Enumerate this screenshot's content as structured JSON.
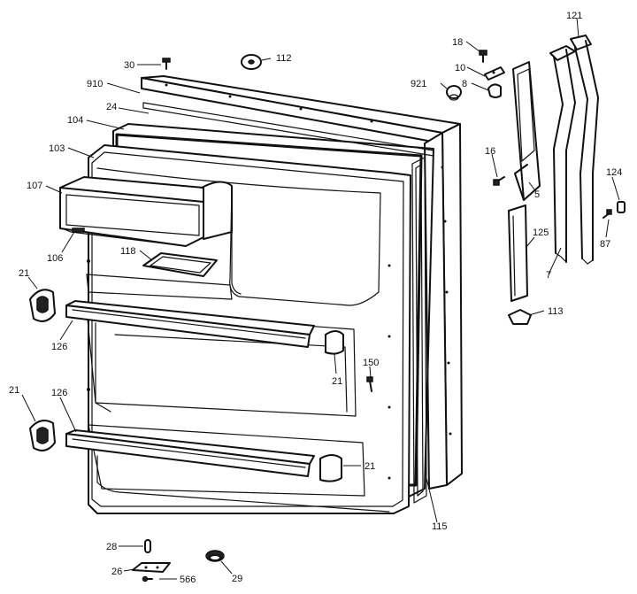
{
  "callouts": [
    {
      "id": "c18",
      "text": "18"
    },
    {
      "id": "c121",
      "text": "121"
    },
    {
      "id": "c30",
      "text": "30"
    },
    {
      "id": "c112",
      "text": "112"
    },
    {
      "id": "c10",
      "text": "10"
    },
    {
      "id": "c8",
      "text": "8"
    },
    {
      "id": "c910",
      "text": "910"
    },
    {
      "id": "c921",
      "text": "921"
    },
    {
      "id": "c104",
      "text": "104"
    },
    {
      "id": "c24",
      "text": "24"
    },
    {
      "id": "c103",
      "text": "103"
    },
    {
      "id": "c16",
      "text": "16"
    },
    {
      "id": "c5",
      "text": "5"
    },
    {
      "id": "c124",
      "text": "124"
    },
    {
      "id": "c107",
      "text": "107"
    },
    {
      "id": "c125",
      "text": "125"
    },
    {
      "id": "c87",
      "text": "87"
    },
    {
      "id": "c106",
      "text": "106"
    },
    {
      "id": "c118",
      "text": "118"
    },
    {
      "id": "c7",
      "text": "7"
    },
    {
      "id": "c21a",
      "text": "21"
    },
    {
      "id": "c113",
      "text": "113"
    },
    {
      "id": "c126a",
      "text": "126"
    },
    {
      "id": "c150",
      "text": "150"
    },
    {
      "id": "c21b",
      "text": "21"
    },
    {
      "id": "c21c",
      "text": "21"
    },
    {
      "id": "c126b",
      "text": "126"
    },
    {
      "id": "c21d",
      "text": "21"
    },
    {
      "id": "c115",
      "text": "115"
    },
    {
      "id": "c28",
      "text": "28"
    },
    {
      "id": "c26",
      "text": "26"
    },
    {
      "id": "c566",
      "text": "566"
    },
    {
      "id": "c29",
      "text": "29"
    }
  ]
}
